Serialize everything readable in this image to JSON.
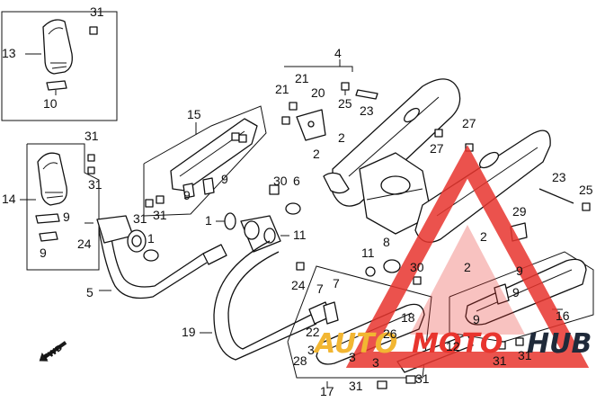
{
  "labels": [
    {
      "id": "31",
      "text": "31"
    },
    {
      "id": "13",
      "text": "13"
    },
    {
      "id": "10",
      "text": "10"
    },
    {
      "id": "4",
      "text": "4"
    },
    {
      "id": "21",
      "text": "21"
    },
    {
      "id": "20",
      "text": "20"
    },
    {
      "id": "25",
      "text": "25"
    },
    {
      "id": "23",
      "text": "23"
    },
    {
      "id": "15",
      "text": "15"
    },
    {
      "id": "2",
      "text": "2"
    },
    {
      "id": "27",
      "text": "27"
    },
    {
      "id": "14",
      "text": "14"
    },
    {
      "id": "9",
      "text": "9"
    },
    {
      "id": "24",
      "text": "24"
    },
    {
      "id": "30",
      "text": "30"
    },
    {
      "id": "6",
      "text": "6"
    },
    {
      "id": "1",
      "text": "1"
    },
    {
      "id": "11",
      "text": "11"
    },
    {
      "id": "8",
      "text": "8"
    },
    {
      "id": "29",
      "text": "29"
    },
    {
      "id": "5",
      "text": "5"
    },
    {
      "id": "7",
      "text": "7"
    },
    {
      "id": "16",
      "text": "16"
    },
    {
      "id": "19",
      "text": "19"
    },
    {
      "id": "18",
      "text": "18"
    },
    {
      "id": "22",
      "text": "22"
    },
    {
      "id": "26",
      "text": "26"
    },
    {
      "id": "3",
      "text": "3"
    },
    {
      "id": "28",
      "text": "28"
    },
    {
      "id": "12",
      "text": "12"
    },
    {
      "id": "17",
      "text": "17"
    }
  ],
  "direction_marker": "FWD",
  "watermark": {
    "text_left": "AUTO",
    "text_mid": "MOTO",
    "text_right": "HUB",
    "colors": {
      "red": "#e8352e",
      "yellow": "#f2b632",
      "dark": "#1f2a3a"
    }
  }
}
